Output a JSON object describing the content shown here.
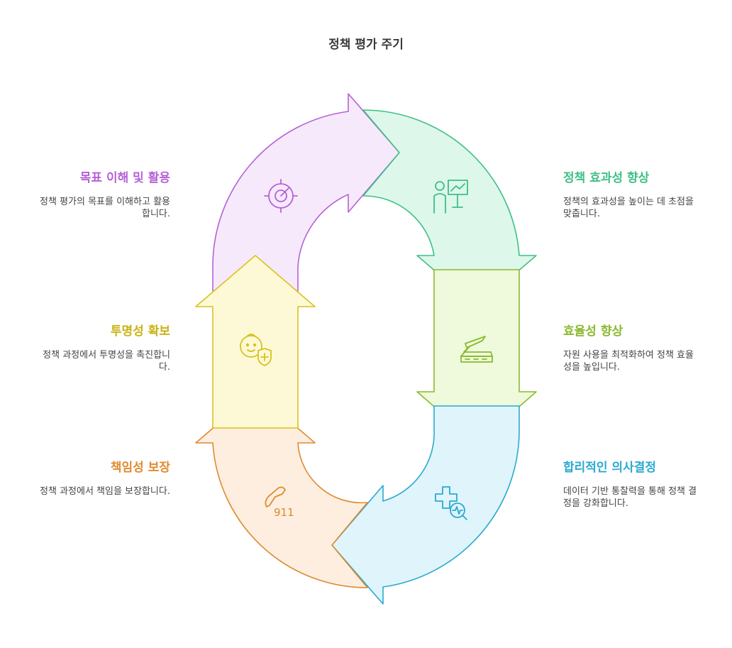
{
  "title": "정책 평가 주기",
  "steps": [
    {
      "name": "목표 이해 및 활용",
      "desc": "정책 평가의 목표를 이해하고 활용합니다.",
      "color": "#b562d6",
      "fill": "#f6e9fb",
      "icon": "target-icon"
    },
    {
      "name": "정책 효과성 향상",
      "desc": "정책의 효과성을 높이는 데 초점을 맞춥니다.",
      "color": "#3fbf86",
      "fill": "#ddf8ea",
      "icon": "presenter-chart-icon"
    },
    {
      "name": "효율성 향상",
      "desc": "자원 사용을 최적화하여 정책 효율성을 높입니다.",
      "color": "#8ab92f",
      "fill": "#eefadb",
      "icon": "runway-plane-icon"
    },
    {
      "name": "합리적인 의사결정",
      "desc": "데이터 기반 통찰력을 통해 정책 결정을 강화합니다.",
      "color": "#2aaad0",
      "fill": "#e0f4fb",
      "icon": "medical-analysis-icon"
    },
    {
      "name": "책임성 보장",
      "desc": "정책 과정에서 책임을 보장합니다.",
      "color": "#e08a2e",
      "fill": "#fdeee0",
      "icon": "emergency-phone-icon"
    },
    {
      "name": "투명성 확보",
      "desc": "정책 과정에서 투명성을 촉진합니다.",
      "color": "#d8c21e",
      "fill": "#fdf9d6",
      "icon": "child-shield-icon"
    }
  ],
  "icon_text": {
    "emergency": "911"
  }
}
